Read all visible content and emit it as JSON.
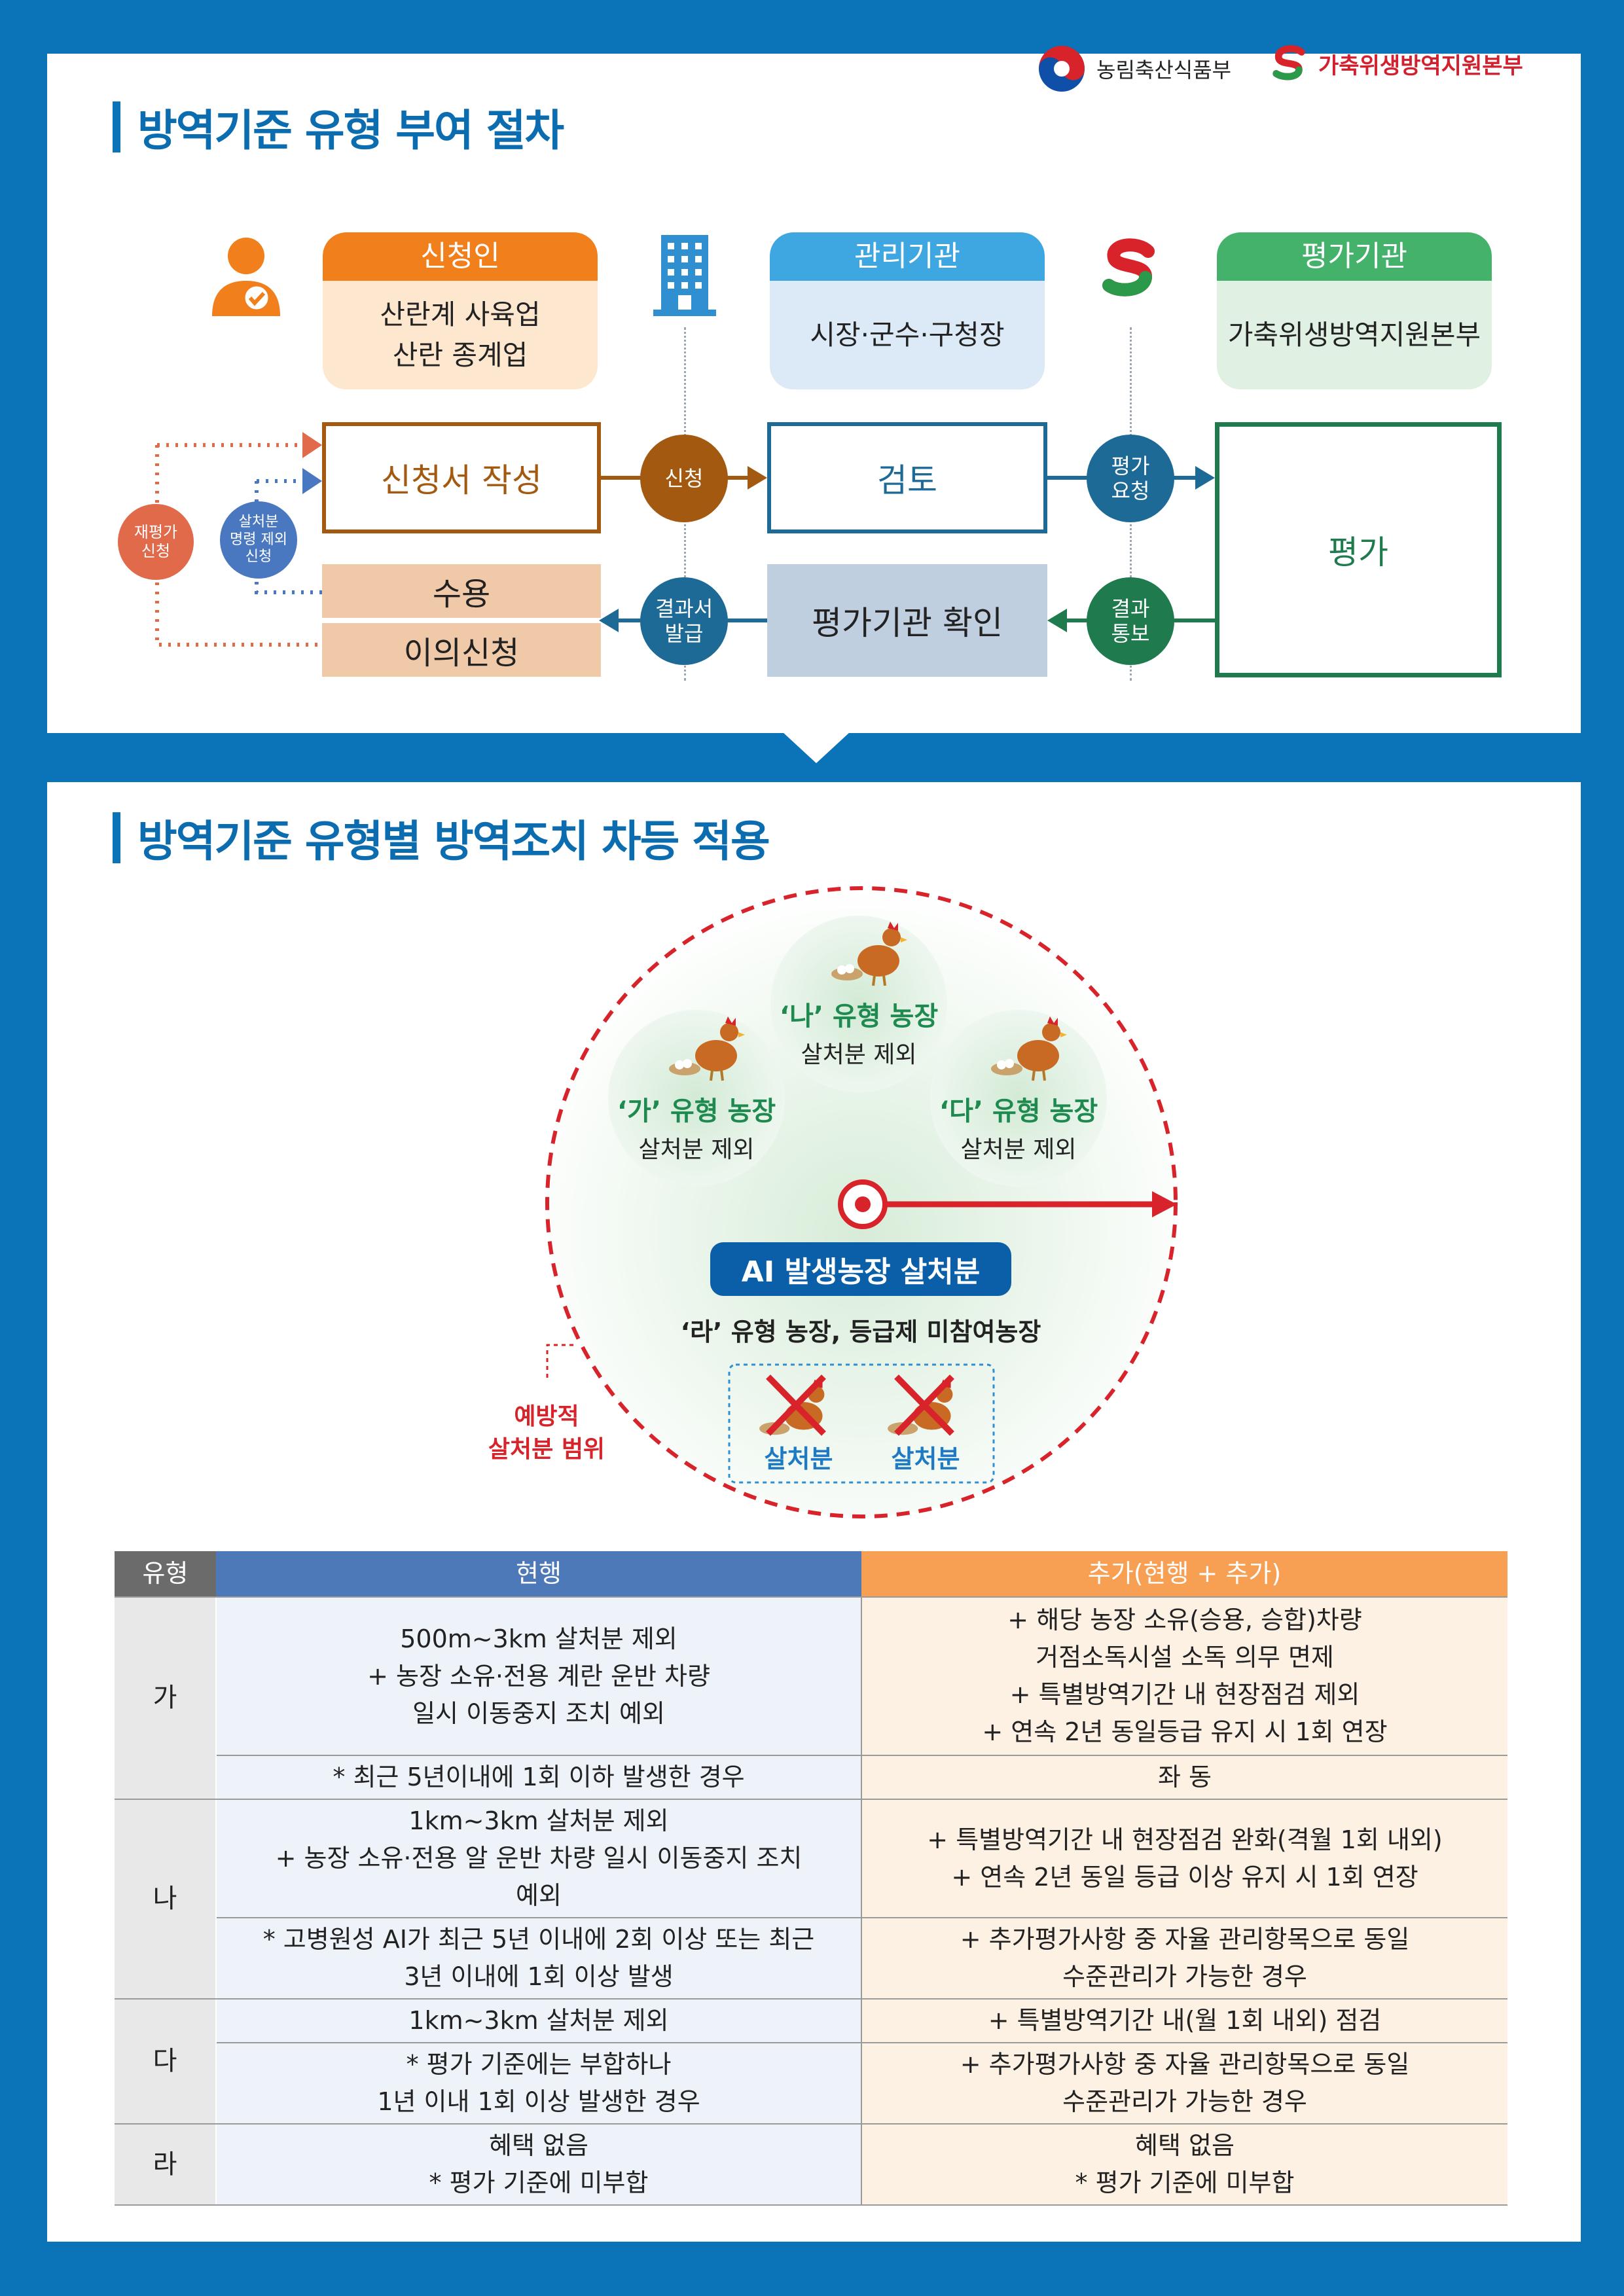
{
  "section1": {
    "title": "방역기준 유형 부여 절차"
  },
  "logos": {
    "ministry": "농림축산식품부",
    "agency": "가축위생방역지원본부"
  },
  "roles": [
    {
      "title": "신청인",
      "lines": [
        "산란계 사육업",
        "산란 종계업"
      ]
    },
    {
      "title": "관리기관",
      "lines": [
        "시장·군수·구청장"
      ]
    },
    {
      "title": "평가기관",
      "lines": [
        "가축위생방역지원본부"
      ]
    }
  ],
  "flow": {
    "write": "신청서 작성",
    "review": "검토",
    "evaluate": "평가",
    "confirm": "평가기관 확인",
    "accept": "수용",
    "objection": "이의신청",
    "apply": "신청",
    "request_eval": [
      "평가",
      "요청"
    ],
    "result_notice": [
      "결과",
      "통보"
    ],
    "result_issue": [
      "결과서",
      "발급"
    ],
    "reeval": [
      "재평가",
      "신청"
    ],
    "cull_exempt": [
      "살처분",
      "명령 제외",
      "신청"
    ]
  },
  "section2": {
    "title": "방역기준 유형별 방역조치 차등 적용"
  },
  "zone": {
    "farm_na": {
      "name": "‘나’ 유형 농장",
      "sub": "살처분 제외"
    },
    "farm_ga": {
      "name": "‘가’ 유형 농장",
      "sub": "살처분 제외"
    },
    "farm_da": {
      "name": "‘다’ 유형 농장",
      "sub": "살처분 제외"
    },
    "ai_label": "AI 발생농장 살처분",
    "ra_label": "‘라’ 유형 농장, 등급제 미참여농장",
    "cull": [
      "살처분",
      "살처분"
    ],
    "range_label": [
      "예방적",
      "살처분 범위"
    ]
  },
  "table": {
    "headers": [
      "유형",
      "현행",
      "추가(현행 + 추가)"
    ],
    "rows": [
      {
        "type": "가",
        "current": [
          "500m~3km 살처분 제외",
          "+ 농장 소유·전용 계란 운반 차량",
          "일시 이동중지 조치 예외"
        ],
        "added": [
          "+ 해당 농장 소유(승용, 승합)차량",
          "거점소독시설 소독 의무 면제",
          "+ 특별방역기간 내 현장점검 제외",
          "+ 연속 2년 동일등급 유지 시 1회 연장"
        ]
      },
      {
        "type": "",
        "current": [
          "* 최근 5년이내에 1회 이하 발생한 경우"
        ],
        "added": [
          "좌 동"
        ]
      },
      {
        "type": "나",
        "current": [
          "1km~3km 살처분 제외",
          "+ 농장 소유·전용 알 운반 차량 일시 이동중지 조치",
          "예외"
        ],
        "added": [
          "+ 특별방역기간 내 현장점검 완화(격월 1회 내외)",
          "+ 연속 2년 동일 등급 이상 유지 시 1회 연장"
        ]
      },
      {
        "type": "",
        "current": [
          "* 고병원성 AI가 최근 5년 이내에 2회 이상 또는 최근",
          "3년 이내에 1회 이상 발생"
        ],
        "added": [
          "+ 추가평가사항 중 자율 관리항목으로 동일",
          "수준관리가 가능한 경우"
        ]
      },
      {
        "type": "다",
        "current": [
          "1km~3km 살처분 제외"
        ],
        "added": [
          "+ 특별방역기간 내(월 1회 내외) 점검"
        ]
      },
      {
        "type": "",
        "current": [
          "* 평가 기준에는 부합하나",
          "1년 이내 1회 이상 발생한 경우"
        ],
        "added": [
          "+ 추가평가사항 중 자율 관리항목으로 동일",
          "수준관리가 가능한 경우"
        ]
      },
      {
        "type": "라",
        "current": [
          "혜택 없음",
          "* 평가 기준에 미부합"
        ],
        "added": [
          "혜택 없음",
          "* 평가 기준에 미부합"
        ]
      }
    ]
  },
  "colors": {
    "brand_blue": "#0b74b8",
    "orange": "#f07f1c",
    "sky": "#3ea6e0",
    "green": "#44b26b",
    "brown": "#a35a10",
    "navy": "#1e6a96",
    "dark_green": "#1f7a4d",
    "red": "#d8232a"
  }
}
